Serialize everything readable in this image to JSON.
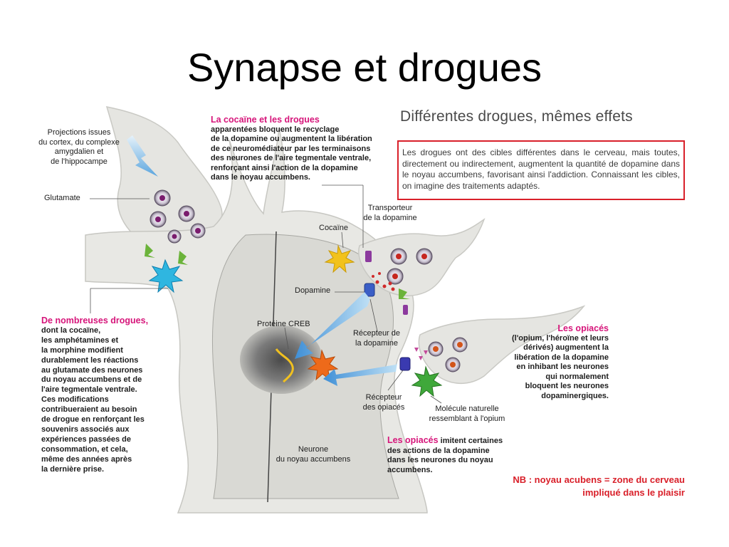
{
  "slide": {
    "title": "Synapse et drogues"
  },
  "panel": {
    "heading": "Différentes drogues, mêmes effets",
    "box_text": "Les drogues ont des cibles différentes dans le cerveau, mais toutes, directement ou indirectement, augmentent la quantité de dopamine dans le noyau accumbens, favorisant ainsi l'addiction. Connaissant les cibles, on imagine des traitements adaptés."
  },
  "labels": {
    "projections": [
      "Projections issues",
      "du cortex, du complexe",
      "amygdalien et",
      "de l'hippocampe"
    ],
    "glutamate": "Glutamate",
    "cocaine_title": "La cocaïne et les drogues",
    "cocaine_text": [
      "apparentées bloquent le recyclage",
      "de la dopamine ou augmentent la libération",
      "de ce neuromédiateur par les terminaisons",
      "des neurones de l'aire tegmentale ventrale,",
      "renforçant ainsi l'action de la dopamine",
      "dans le noyau accumbens."
    ],
    "transporteur": [
      "Transporteur",
      "de la dopamine"
    ],
    "cocaine": "Cocaïne",
    "dopamine": "Dopamine",
    "proteine": "Protéine CREB",
    "recepteur_dopamine": [
      "Récepteur de",
      "la dopamine"
    ],
    "recepteur_opiaces": [
      "Récepteur",
      "des opiacés"
    ],
    "molecule": [
      "Molécule naturelle",
      "ressemblant à l'opium"
    ],
    "neurone": [
      "Neurone",
      "du noyau accumbens"
    ],
    "nombreuses_title": "De nombreuses drogues,",
    "nombreuses_text": [
      "dont la cocaïne,",
      "les amphétamines et",
      "la morphine modifient",
      "durablement les réactions",
      "au glutamate des neurones",
      "du noyau accumbens et de",
      "l'aire tegmentale ventrale.",
      "Ces modifications",
      "contribueraient au besoin",
      "de drogue en renforçant les",
      "souvenirs associés aux",
      "expériences passées de",
      "consommation, et cela,",
      "même des années après",
      "la dernière prise."
    ],
    "opiaces_title": "Les opiacés",
    "opiaces_text": [
      "(l'opium, l'héroïne et leurs",
      "dérivés) augmentent la",
      "libération de la dopamine",
      "en inhibant les neurones",
      "qui normalement",
      "bloquent les neurones",
      "dopaminergiques."
    ],
    "opiaces2_title": "Les opiacés",
    "opiaces2_text_first": "imitent certaines",
    "opiaces2_text": [
      "des actions de la dopamine",
      "dans les neurones du noyau",
      "accumbens."
    ]
  },
  "note": [
    "NB : noyau acubens = zone du cerveau",
    "impliqué dans le plaisir"
  ],
  "colors": {
    "accent_red": "#d9202a",
    "drug_pink": "#d6157a",
    "title_orange": "#8a4a12",
    "neuron_fill": "#e8e8e4"
  }
}
